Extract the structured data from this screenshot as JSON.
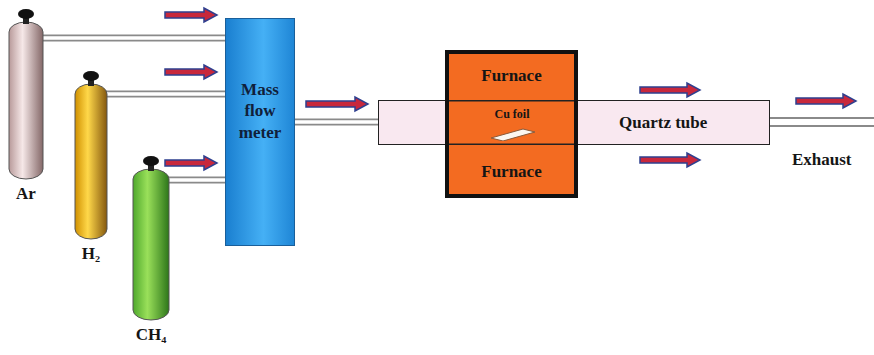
{
  "diagram": {
    "nodes": [
      {
        "text": [
          "Ar"
        ]
      },
      {
        "text": [
          "H₂"
        ]
      },
      {
        "text": [
          "CH₄"
        ]
      },
      {
        "text": [
          "Mass flow meter"
        ]
      },
      {
        "text": [
          "Quartz tube"
        ]
      },
      {
        "text": [
          "Furnace",
          "Furnace"
        ]
      },
      {
        "text": [
          "Cu foil"
        ],
        "in": 5
      }
    ],
    "edges": [
      {
        "from": 0,
        "to": 3,
        "arrow": "none"
      },
      {
        "from": 1,
        "to": 3,
        "arrow": "none"
      },
      {
        "from": 2,
        "to": 3,
        "arrow": "none"
      },
      {
        "from": 3,
        "to": 4,
        "arrow": "none"
      }
    ],
    "labels": [
      "Exhaust"
    ]
  }
}
